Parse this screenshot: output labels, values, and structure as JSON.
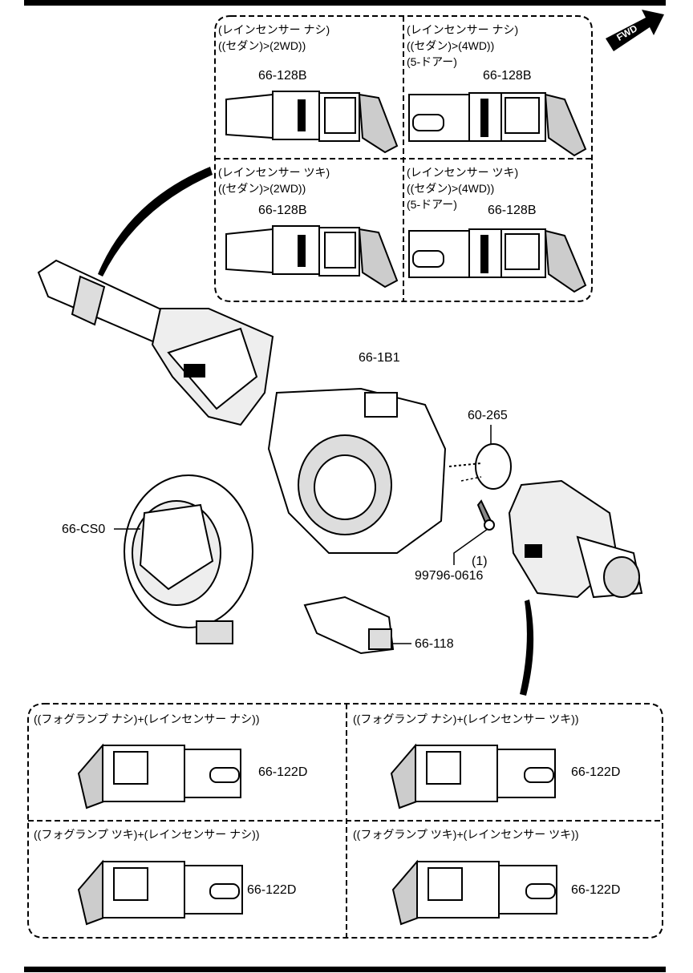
{
  "fwd": "FWD",
  "top_panels": [
    {
      "cond": [
        "(レインセンサー ナシ)",
        "((セダン)>(2WD))"
      ],
      "part": "66-128B"
    },
    {
      "cond": [
        "(レインセンサー ナシ)",
        "((セダン)>(4WD))",
        "(5-ドアー)"
      ],
      "part": "66-128B"
    },
    {
      "cond": [
        "(レインセンサー ツキ)",
        "((セダン)>(2WD))"
      ],
      "part": "66-128B"
    },
    {
      "cond": [
        "(レインセンサー ツキ)",
        "((セダン)>(4WD))",
        "(5-ドアー)"
      ],
      "part": "66-128B"
    }
  ],
  "parts": {
    "clock_spring": "66-1B1",
    "cap": "60-265",
    "screw_qty": "(1)",
    "screw": "99796-0616",
    "coil": "66-CS0",
    "connector": "66-118"
  },
  "bottom_panels": [
    {
      "cond": "((フォグランプ ナシ)+(レインセンサー ナシ))",
      "part": "66-122D"
    },
    {
      "cond": "((フォグランプ ナシ)+(レインセンサー ツキ))",
      "part": "66-122D"
    },
    {
      "cond": "((フォグランプ ツキ)+(レインセンサー ナシ))",
      "part": "66-122D"
    },
    {
      "cond": "((フォグランプ ツキ)+(レインセンサー ツキ))",
      "part": "66-122D"
    }
  ]
}
